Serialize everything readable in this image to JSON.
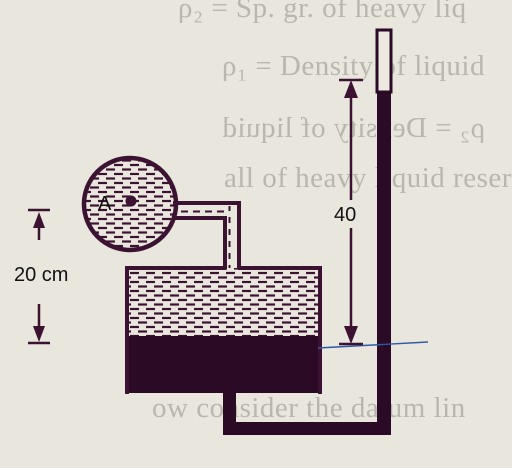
{
  "background_text": {
    "line1": "ρ₂ = Sp. gr. of heavy liq",
    "line2": "ρ₁ = Density of liquid",
    "line3": "ρ₂ = Density of liquid",
    "line4": "all of heavy liquid reser",
    "line5": "ow consider the datum lin"
  },
  "diagram": {
    "label_a": "A",
    "label_height_left": "20 cm",
    "label_height_right": "40"
  },
  "colors": {
    "ink": "#3c1232",
    "fluid": "#2a0a25",
    "paper": "#e9e6dd",
    "blue_line": "#2c5aa8"
  }
}
